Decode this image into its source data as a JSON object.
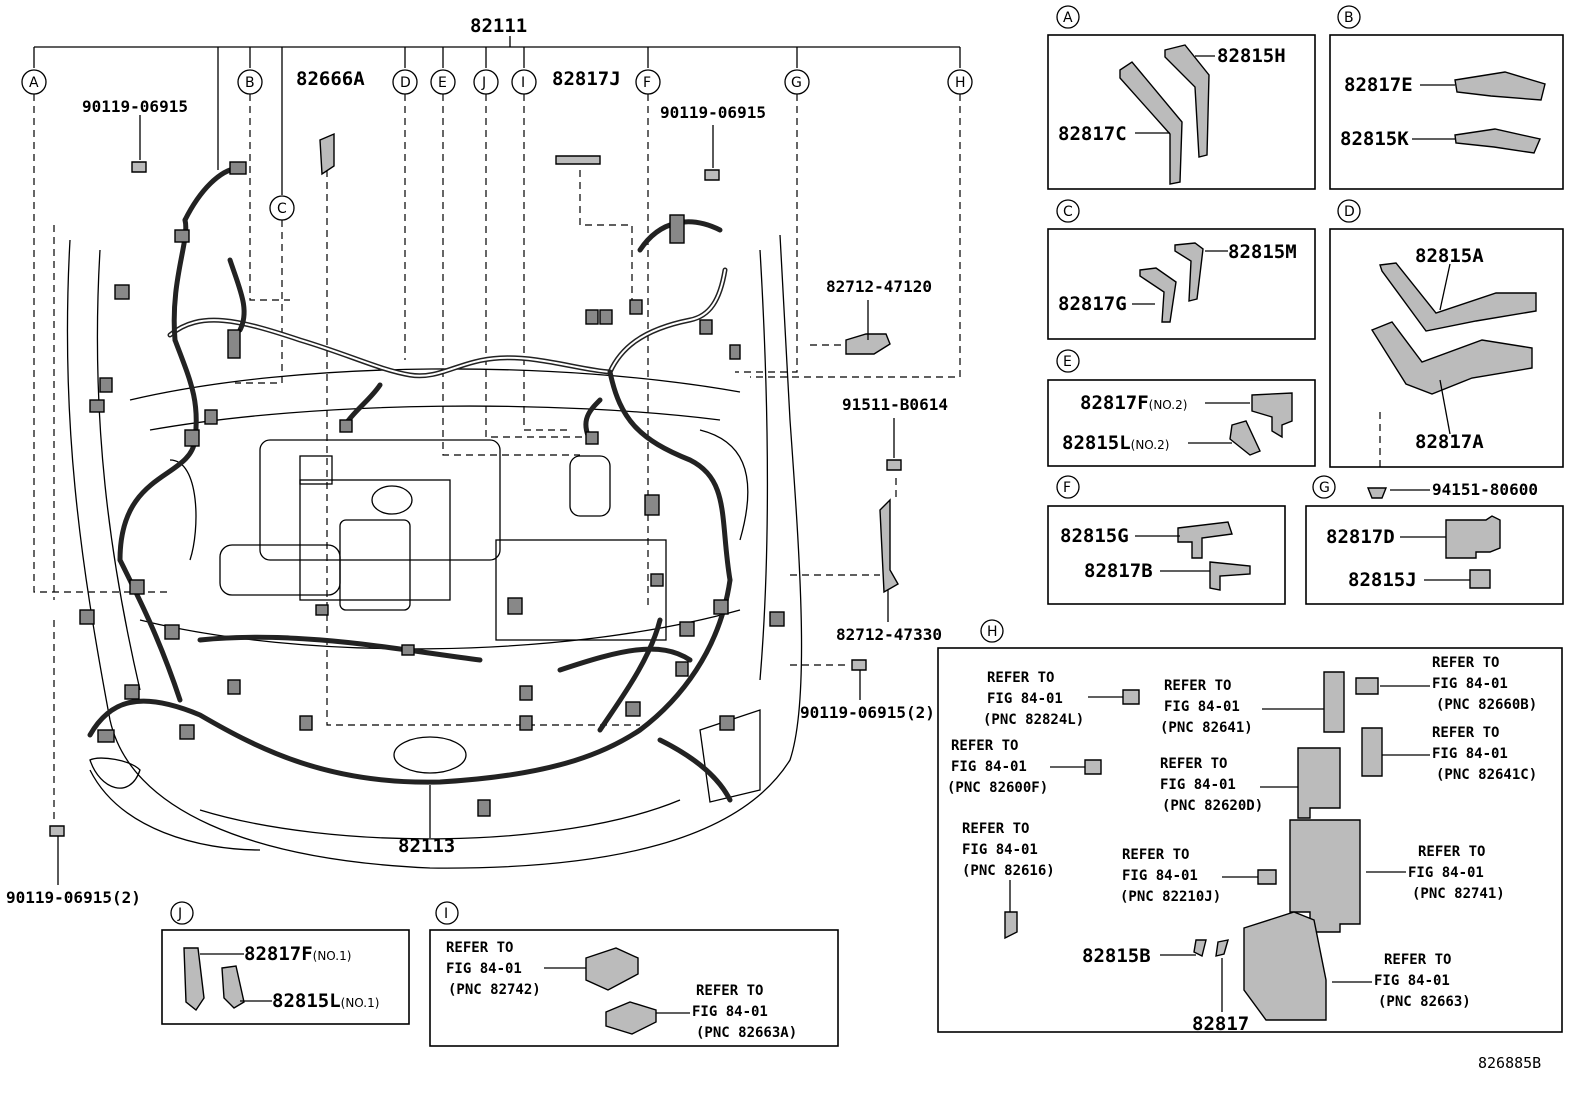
{
  "diagram": {
    "main_number": "82111",
    "bottom_harness": "82113",
    "figure_id": "826885B",
    "top_part_labels": [
      "82666A",
      "82817J"
    ],
    "callout_letters": [
      "A",
      "B",
      "C",
      "D",
      "E",
      "J",
      "I",
      "F",
      "G",
      "H"
    ],
    "fasteners": {
      "bolt_top_left": "90119-06915",
      "bolt_top_right": "90119-06915",
      "bracket_right_upper": "82712-47120",
      "bolt_right": "91511-B0614",
      "bracket_right_lower": "82712-47330",
      "bolt_right_lower": "90119-06915(2)",
      "bolt_left_lower": "90119-06915(2)"
    },
    "panels": {
      "A": {
        "letter": "A",
        "p1": "82815H",
        "p2": "82817C"
      },
      "B": {
        "letter": "B",
        "p1": "82817E",
        "p2": "82815K"
      },
      "C": {
        "letter": "C",
        "p1": "82815M",
        "p2": "82817G"
      },
      "D": {
        "letter": "D",
        "p1": "82815A",
        "p2": "82817A",
        "p3": "94151-80600"
      },
      "E": {
        "letter": "E",
        "p1": "82817F",
        "p1_note": "(NO.2)",
        "p2": "82815L",
        "p2_note": "(NO.2)"
      },
      "F": {
        "letter": "F",
        "p1": "82815G",
        "p2": "82817B"
      },
      "G": {
        "letter": "G",
        "p1": "82817D",
        "p2": "82815J"
      },
      "J": {
        "letter": "J",
        "p1": "82817F",
        "p1_note": "(NO.1)",
        "p2": "82815L",
        "p2_note": "(NO.1)"
      },
      "I": {
        "letter": "I",
        "r1": {
          "l1": "REFER TO",
          "l2": "FIG 84-01",
          "l3": "(PNC 82742)"
        },
        "r2": {
          "l1": "REFER TO",
          "l2": "FIG 84-01",
          "l3": "(PNC 82663A)"
        }
      },
      "H": {
        "letter": "H",
        "r1": {
          "l1": "REFER TO",
          "l2": "FIG 84-01",
          "l3": "(PNC 82824L)"
        },
        "r2": {
          "l1": "REFER TO",
          "l2": "FIG 84-01",
          "l3": "(PNC 82641)"
        },
        "r3": {
          "l1": "REFER TO",
          "l2": "FIG 84-01",
          "l3": "(PNC 82660B)"
        },
        "r4": {
          "l1": "REFER TO",
          "l2": "FIG 84-01",
          "l3": "(PNC 82600F)"
        },
        "r5": {
          "l1": "REFER TO",
          "l2": "FIG 84-01",
          "l3": "(PNC 82620D)"
        },
        "r6": {
          "l1": "REFER TO",
          "l2": "FIG 84-01",
          "l3": "(PNC 82641C)"
        },
        "r7": {
          "l1": "REFER TO",
          "l2": "FIG 84-01",
          "l3": "(PNC 82616)"
        },
        "r8": {
          "l1": "REFER TO",
          "l2": "FIG 84-01",
          "l3": "(PNC 82210J)"
        },
        "r9": {
          "l1": "REFER TO",
          "l2": "FIG 84-01",
          "l3": "(PNC 82741)"
        },
        "r10": {
          "l1": "REFER TO",
          "l2": "FIG 84-01",
          "l3": "(PNC 82663)"
        },
        "p1": "82815B",
        "p2": "82817"
      }
    }
  }
}
